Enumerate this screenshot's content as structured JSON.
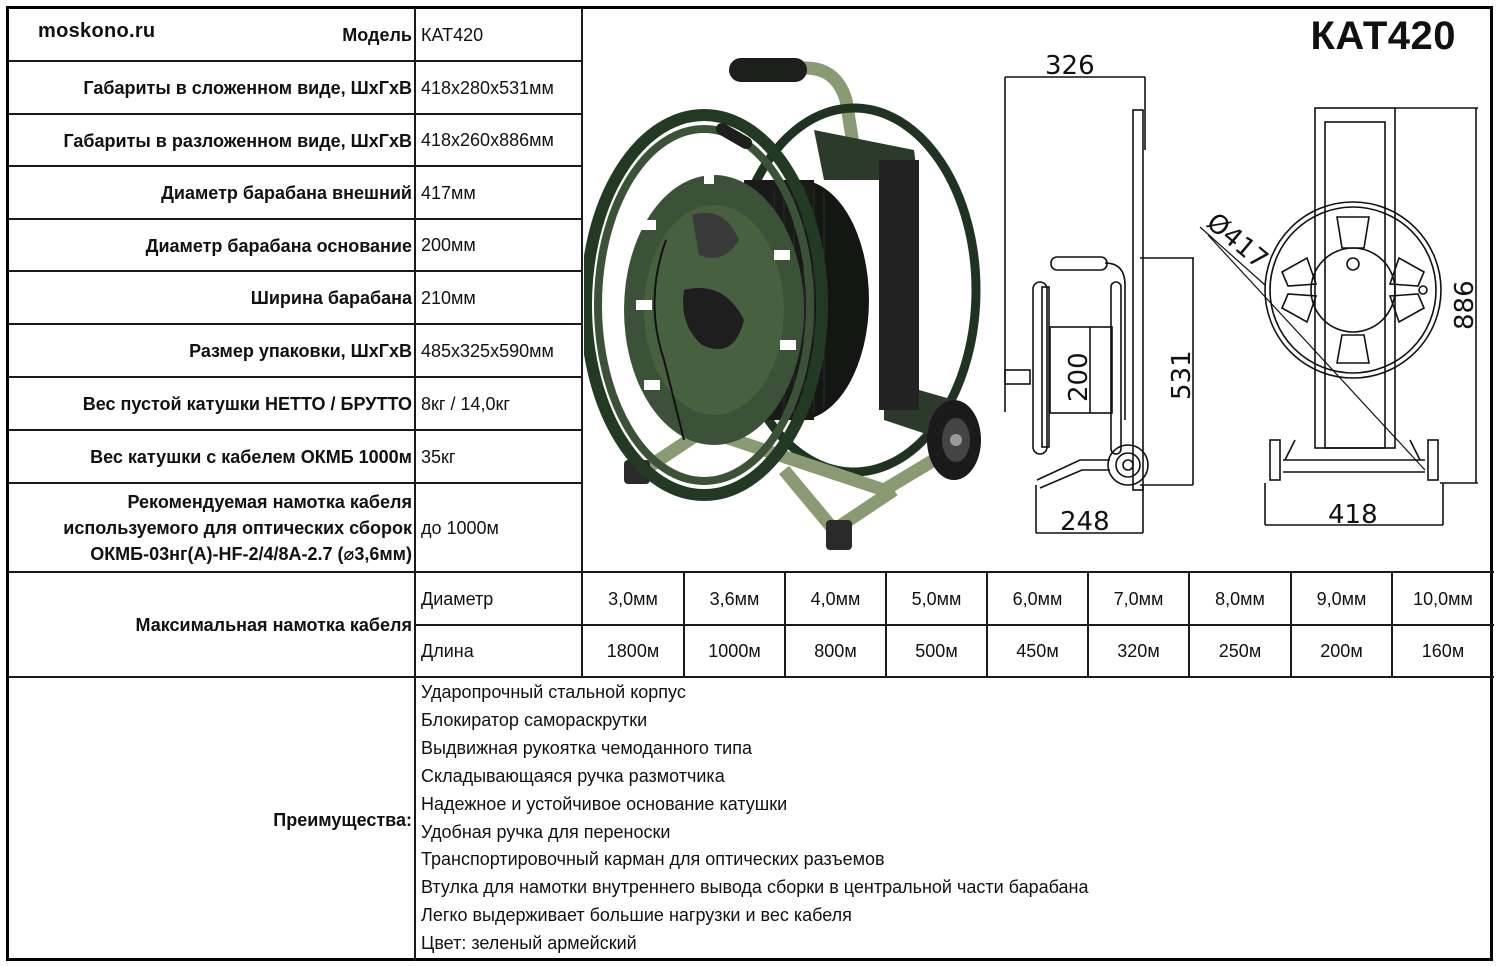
{
  "brand": "moskono.ru",
  "model_title": "КАТ420",
  "specs": [
    {
      "label": "Модель",
      "value": "КАТ420"
    },
    {
      "label": "Габариты в сложенном виде, ШхГхВ",
      "value": "418х280х531мм"
    },
    {
      "label": "Габариты в разложенном виде, ШхГхВ",
      "value": "418х260х886мм"
    },
    {
      "label": "Диаметр барабана внешний",
      "value": "417мм"
    },
    {
      "label": "Диаметр барабана основание",
      "value": "200мм"
    },
    {
      "label": "Ширина барабана",
      "value": "210мм"
    },
    {
      "label": "Размер упаковки, ШхГхВ",
      "value": "485х325х590мм"
    },
    {
      "label": "Вес пустой катушки НЕТТО / БРУТТО",
      "value": "8кг / 14,0кг"
    },
    {
      "label": "Вес катушки с кабелем ОКМБ 1000м",
      "value": "35кг"
    }
  ],
  "recommended": {
    "label_lines": [
      "Рекомендуемая намотка кабеля",
      "используемого для оптических сборок",
      "ОКМБ-03нг(А)-HF-2/4/8А-2.7 (⌀3,6мм)"
    ],
    "value": "до 1000м"
  },
  "max_winding": {
    "label": "Максимальная намотка кабеля",
    "diameter_label": "Диаметр",
    "length_label": "Длина",
    "diameters": [
      "3,0мм",
      "3,6мм",
      "4,0мм",
      "5,0мм",
      "6,0мм",
      "7,0мм",
      "8,0мм",
      "9,0мм",
      "10,0мм"
    ],
    "lengths": [
      "1800м",
      "1000м",
      "800м",
      "500м",
      "450м",
      "320м",
      "250м",
      "200м",
      "160м"
    ]
  },
  "advantages": {
    "label": "Преимущества:",
    "items": [
      "Ударопрочный стальной корпус",
      "Блокиратор самораскрутки",
      "Выдвижная рукоятка чемоданного типа",
      "Складывающаяся ручка размотчика",
      "Надежное и устойчивое основание катушки",
      "Удобная ручка для переноски",
      "Транспортировочный карман для оптических разъемов",
      "Втулка для намотки внутреннего вывода сборки в центральной части барабана",
      "Легко выдерживает большие нагрузки и вес кабеля",
      "Цвет: зеленый армейский"
    ]
  },
  "drawing": {
    "dim_top_width": "326",
    "dim_diameter": "Ø417",
    "dim_hub": "200",
    "dim_folded_height": "531",
    "dim_base_depth": "248",
    "dim_full_height": "886",
    "dim_width": "418"
  },
  "colors": {
    "reel_green": "#3c5238",
    "frame_olive": "#8a9a72",
    "dark": "#1c1f1c"
  }
}
